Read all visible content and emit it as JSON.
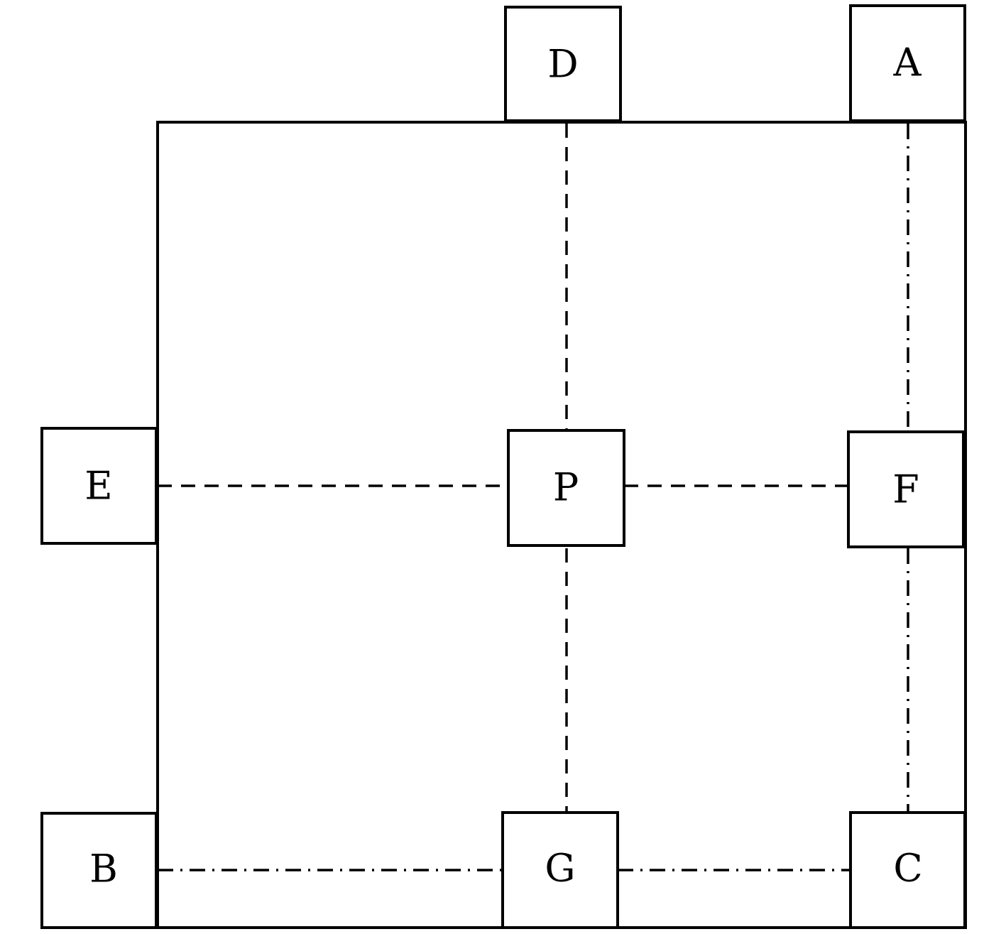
{
  "colors": {
    "stroke": "#000000",
    "background": "#ffffff"
  },
  "nodes": {
    "A": {
      "label": "A"
    },
    "B": {
      "label": "B"
    },
    "C": {
      "label": "C"
    },
    "D": {
      "label": "D"
    },
    "E": {
      "label": "E"
    },
    "F": {
      "label": "F"
    },
    "G": {
      "label": "G"
    },
    "P": {
      "label": "P"
    }
  },
  "edges": [
    {
      "from": "D",
      "to": "P",
      "style": "dashed"
    },
    {
      "from": "P",
      "to": "G",
      "style": "dashed"
    },
    {
      "from": "E",
      "to": "P",
      "style": "dashed"
    },
    {
      "from": "P",
      "to": "F",
      "style": "dashed"
    },
    {
      "from": "A",
      "to": "F",
      "style": "dashdot"
    },
    {
      "from": "F",
      "to": "C",
      "style": "dashdot"
    },
    {
      "from": "B",
      "to": "G",
      "style": "dashdot"
    },
    {
      "from": "G",
      "to": "C",
      "style": "dashdot"
    }
  ]
}
